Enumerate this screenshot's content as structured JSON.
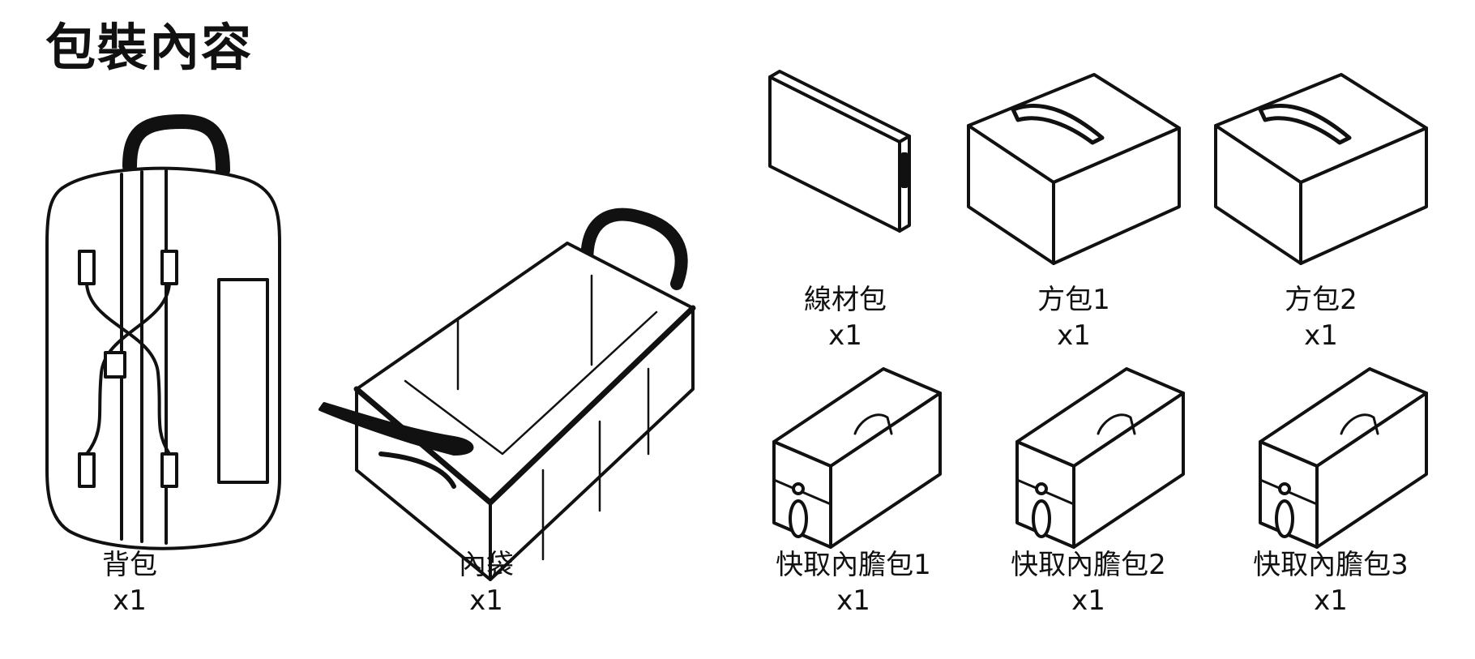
{
  "title": "包裝內容",
  "items": [
    {
      "name": "背包",
      "qty": "x1",
      "icon": "backpack-icon"
    },
    {
      "name": "內袋",
      "qty": "x1",
      "icon": "inner-bag-icon"
    },
    {
      "name": "線材包",
      "qty": "x1",
      "icon": "cable-pouch-icon"
    },
    {
      "name": "方包1",
      "qty": "x1",
      "icon": "square-bag-icon"
    },
    {
      "name": "方包2",
      "qty": "x1",
      "icon": "square-bag-icon"
    },
    {
      "name": "快取內膽包1",
      "qty": "x1",
      "icon": "quick-access-insert-icon"
    },
    {
      "name": "快取內膽包2",
      "qty": "x1",
      "icon": "quick-access-insert-icon"
    },
    {
      "name": "快取內膽包3",
      "qty": "x1",
      "icon": "quick-access-insert-icon"
    }
  ]
}
